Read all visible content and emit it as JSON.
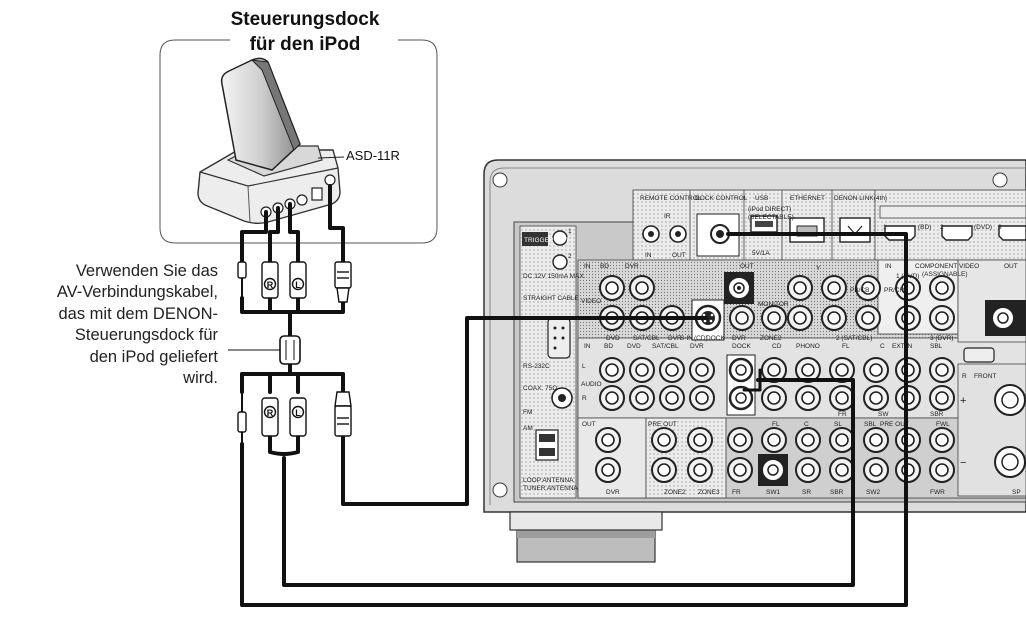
{
  "dock": {
    "title_line1": "Steuerungsdock",
    "title_line2": "für den iPod",
    "model": "ASD-11R"
  },
  "cable_note": {
    "lines": [
      "Verwenden Sie das",
      "AV-Verbindungskabel,",
      "das mit dem DENON-",
      "Steuerungsdock für",
      "den iPod geliefert",
      "wird."
    ]
  },
  "receiver": {
    "top_labels": {
      "remote": "REMOTE CONTROL",
      "ir": "IR",
      "out": "OUT",
      "in": "IN",
      "dock_control": "DOCK CONTROL",
      "usb": "USB",
      "usb_sub": "(iPod DIRECT)",
      "usb_sub2": "(SELECTABLE)",
      "usb_power": "5V/1A",
      "ethernet": "ETHERNET",
      "denon_link": "DENON LINK(4th)",
      "hdmi1": "1",
      "hdmi1b": "(BD)",
      "hdmi2": "2",
      "hdmi2b": "(DVD)",
      "hdmi3": "3"
    },
    "left_labels": {
      "trigger": "TRIGGER OUT",
      "trig1": "1",
      "trig2": "2",
      "dc": "DC 12V 150mA MAX.",
      "straight": "STRAIGHT CABLE",
      "rs232c": "RS-232C",
      "coax": "COAX. 75Ω",
      "fm": "FM",
      "am": "AM",
      "loop": "LOOP ANTENNA",
      "tuner": "TUNER ANTENNA"
    },
    "video_labels": {
      "in": "IN",
      "bd": "BD",
      "dvr": "DVR",
      "video": "VIDEO",
      "out": "OUT",
      "monitor": "MONITOR",
      "dvd": "DVD",
      "satcbl": "SAT/CBL",
      "dvr2": "DVR",
      "sin": "S-IN",
      "cd": "(CD)",
      "dock": "DOCK",
      "zone2": "ZONE2",
      "dvr3": "DVR"
    },
    "audio_labels": {
      "in": "IN",
      "bd": "BD",
      "dvd": "DVD",
      "satcbl": "SAT/CBL",
      "dvr": "DVR",
      "dock": "DOCK",
      "cd": "CD",
      "phono": "PHONO",
      "fl": "FL",
      "c": "C",
      "extin": "EXT.IN",
      "sbl": "SBL",
      "audio": "AUDIO",
      "l": "L",
      "r": "R",
      "fr": "FR",
      "sw": "SW",
      "sbr": "SBR"
    },
    "out_labels": {
      "out": "OUT",
      "preout": "PRE OUT",
      "preout2": "PRE OUT",
      "fl": "FL",
      "c": "C",
      "sl": "SL",
      "sbl": "SBL",
      "fwl": "FWL",
      "dvr": "DVR",
      "zone2": "ZONE2",
      "zone3": "ZONE3",
      "fr": "FR",
      "sw1": "SW1",
      "sr": "SR",
      "sbr": "SBR",
      "sw2": "SW2",
      "fwr": "FWR"
    },
    "component_labels": {
      "component": "COMPONENT VIDEO",
      "assignable": "(ASSIGNABLE)",
      "in": "IN",
      "out": "OUT",
      "dvd": "1 (DVD)",
      "satcbl": "2 (SAT/CBL)",
      "dvr": "3 (DVR)",
      "y": "Y",
      "pbcb": "PB/CB",
      "prcr": "PR/CR"
    },
    "speaker_labels": {
      "r": "R",
      "front": "FRONT",
      "plus": "+",
      "minus": "−",
      "sp": "SP"
    },
    "rca_marks": {
      "r": "R",
      "l": "L"
    }
  }
}
